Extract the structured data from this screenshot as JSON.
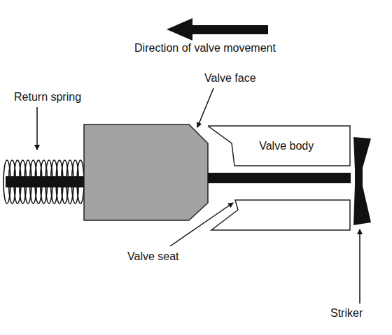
{
  "diagram": {
    "nodes": [
      {
        "text": [
          "Valve body"
        ]
      }
    ],
    "labels": [
      "Direction of valve movement",
      "Valve face",
      "Return spring",
      "Valve seat",
      "Striker"
    ]
  }
}
